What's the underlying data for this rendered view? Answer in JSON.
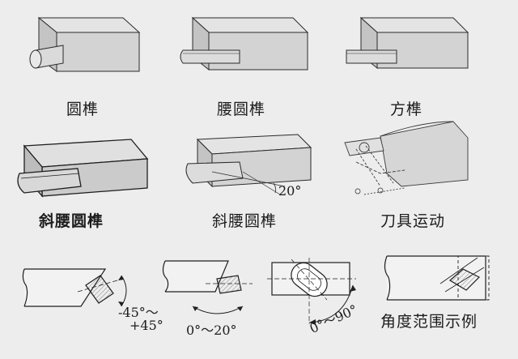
{
  "captions": {
    "round_tenon": "圆榫",
    "waist_round_tenon": "腰圆榫",
    "square_tenon": "方榫",
    "oblique_waist_round_tenon_bold": "斜腰圆榫",
    "oblique_waist_round_tenon": "斜腰圆榫",
    "tool_motion": "刀具运动",
    "angle_range_example": "角度范围示例"
  },
  "angle_labels": {
    "oblique_angle": "20°",
    "range_a_low": "-45°～",
    "range_a_high": "+45°",
    "range_b": "0°～20°",
    "range_c": "0°～90°"
  },
  "colors": {
    "background": "#ededed",
    "line": "#1f1f1f",
    "face_top": "#e2e2e2",
    "face_front": "#cfcfcf",
    "face_side": "#bdbdbd"
  }
}
